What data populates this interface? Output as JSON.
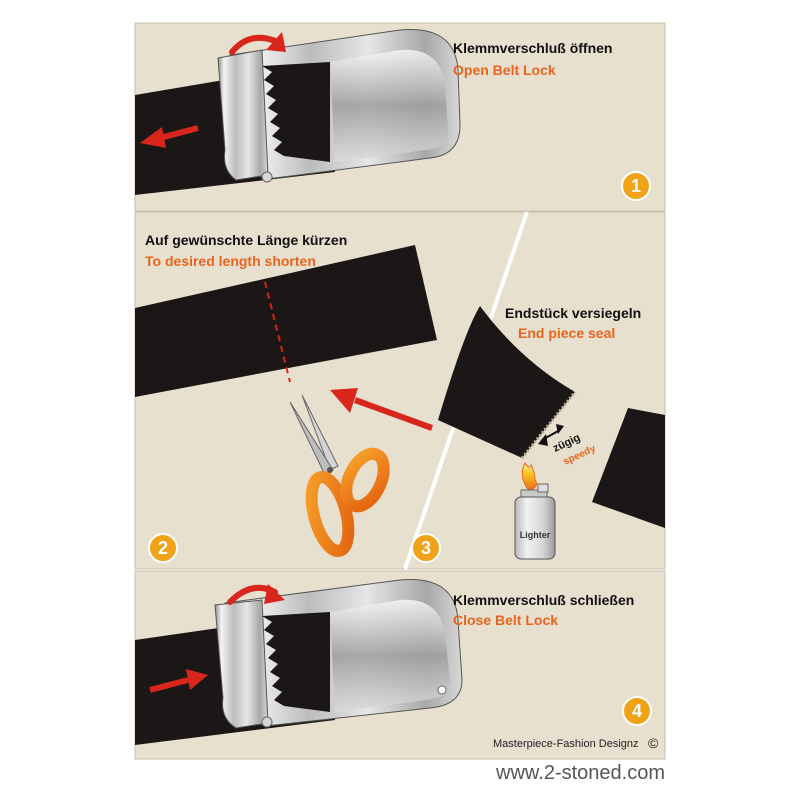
{
  "colors": {
    "panel_bg": "#e8e0cf",
    "accent": "#e8641e",
    "badge": "#f0a218",
    "arrow_red": "#d8261c",
    "belt": "#1b1716"
  },
  "steps": [
    {
      "number": "1",
      "title_de": "Klemmverschluß öffnen",
      "title_en": "Open Belt Lock"
    },
    {
      "number": "2",
      "title_de": "Auf gewünschte Länge kürzen",
      "title_en": "To desired length shorten"
    },
    {
      "number": "3",
      "title_de": "Endstück versiegeln",
      "title_en": "End piece seal",
      "motion_de": "zügig",
      "motion_en": "speedy",
      "lighter_label": "Lighter"
    },
    {
      "number": "4",
      "title_de": "Klemmverschluß schließen",
      "title_en": "Close Belt Lock"
    }
  ],
  "footer": {
    "credit": "Masterpiece-Fashion Designz",
    "copyright_symbol": "©",
    "url": "www.2-stoned.com"
  },
  "icons": [
    "scissors-icon",
    "lighter-icon",
    "flame-icon",
    "belt-buckle-icon",
    "arrow-icon"
  ]
}
